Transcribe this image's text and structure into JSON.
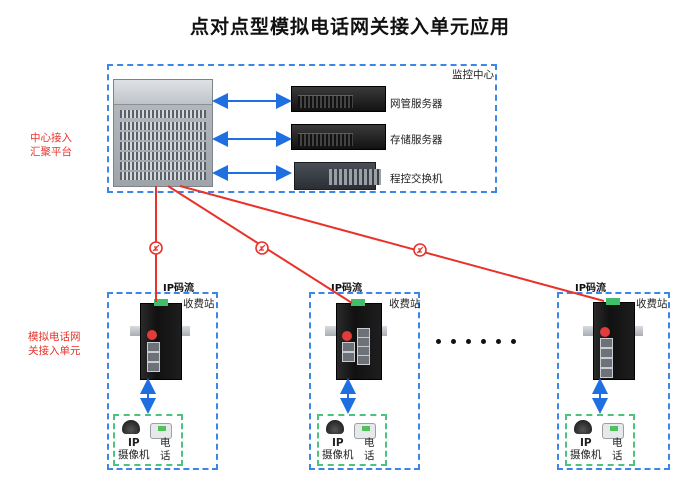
{
  "title": "点对点型模拟电话网关接入单元应用",
  "monitoring_center": {
    "label": "监控中心",
    "devices": [
      {
        "name": "网管服务器"
      },
      {
        "name": "存储服务器"
      },
      {
        "name": "程控交换机"
      }
    ]
  },
  "side_labels": {
    "central_platform": [
      "中心接入",
      "汇聚平台"
    ],
    "gateway_unit": [
      "模拟电话网",
      "关接入单元"
    ]
  },
  "stations": [
    {
      "stream_label": "IP码流",
      "station_label": "收费站",
      "camera_label": [
        "IP",
        "摄像机"
      ],
      "phone_label": [
        "电",
        "话"
      ]
    },
    {
      "stream_label": "IP码流",
      "station_label": "收费站",
      "camera_label": [
        "IP",
        "摄像机"
      ],
      "phone_label": [
        "电",
        "话"
      ]
    },
    {
      "stream_label": "IP码流",
      "station_label": "收费站",
      "camera_label": [
        "IP",
        "摄像机"
      ],
      "phone_label": [
        "电",
        "话"
      ]
    }
  ],
  "colors": {
    "link_red": "#e8322a",
    "arrow_blue": "#1f6fe0",
    "frame_blue": "#3b86e6",
    "frame_green": "#4cc27a",
    "label_red": "#e8322a"
  },
  "ellipsis_dots": 6
}
